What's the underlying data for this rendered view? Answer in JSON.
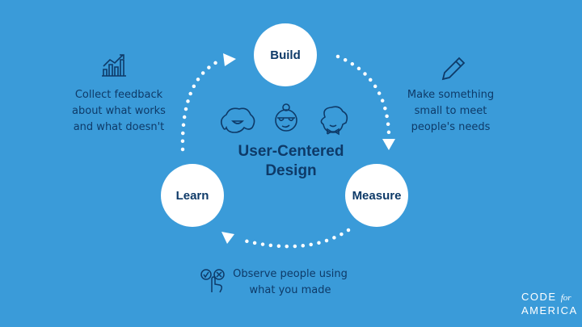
{
  "title": "User-Centered Design",
  "title_lines": [
    "User-Centered",
    "Design"
  ],
  "stages": {
    "build": "Build",
    "measure": "Measure",
    "learn": "Learn"
  },
  "notes": {
    "build": [
      "Make something",
      "small to meet",
      "people's needs"
    ],
    "learn": [
      "Collect feedback",
      "about what works",
      "and what doesn't"
    ],
    "measure": [
      "Observe people using",
      "what you made"
    ]
  },
  "logo": {
    "line1": "CODE",
    "for": "for",
    "line2": "AMERICA"
  },
  "colors": {
    "background": "#3a9bd9",
    "navy": "#0e3a68",
    "white": "#ffffff"
  }
}
